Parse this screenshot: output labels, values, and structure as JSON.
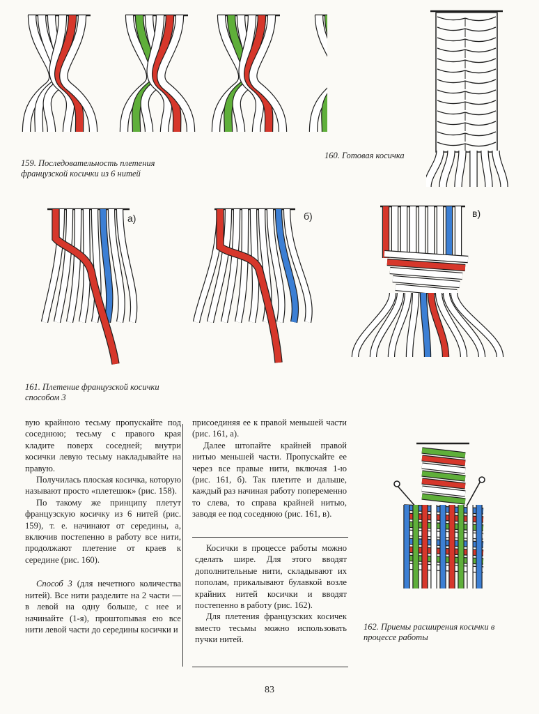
{
  "captions": {
    "fig159": "159. Последовательность плетения французской косички из 6 нитей",
    "fig160": "160. Готовая косичка",
    "fig161": "161. Плетение французской косички способом 3",
    "fig162": "162. Приемы расширения косички в процессе работы"
  },
  "labels": {
    "a": "а)",
    "b": "б)",
    "v": "в)"
  },
  "text": {
    "col1": [
      "вую крайнюю тесьму пропускайте под соседнюю; тесьму с правого края кладите поверх соседней; внутри косички левую тесьму накладывайте на правую.",
      "Получилась плоская косичка, которую называют просто «плетешок» (рис. 158).",
      "По такому же принципу плетут французскую косичку из 6 нитей (рис. 159), т. е. начинают от середины, а, включив постепенно в работу все нити, продолжают плетение от краев к середине (рис. 160)."
    ],
    "col1_method_label": "Способ 3",
    "col1_method_text": " (для нечетного количества нитей). Все нити разделите на 2 части — в левой на одну больше, с нее и начинайте (1-я), проштопывая ею все нити левой части до середины косички и",
    "col2": [
      "присоединяя ее к правой меньшей части (рис. 161, а).",
      "Далее штопайте крайней правой нитью меньшей части. Пропускайте ее через все правые нити, включая 1-ю (рис. 161, б). Так плетите и дальше, каждый раз начиная работу попеременно то слева, то справа крайней нитью, заводя ее под соседнюю (рис. 161, в)."
    ],
    "box": [
      "Косички в процессе работы можно сделать шире. Для этого вводят дополнительные нити, складывают их пополам, прикалывают булавкой возле крайних нитей косички и вводят постепенно в работу (рис. 162).",
      "Для плетения французских косичек вместо тесьмы можно использовать пучки нитей."
    ]
  },
  "page_number": "83",
  "colors": {
    "red": "#d6372b",
    "green": "#5faf3a",
    "blue": "#3c7fd4",
    "ink": "#1e1e1e",
    "strand": "#ffffff"
  }
}
